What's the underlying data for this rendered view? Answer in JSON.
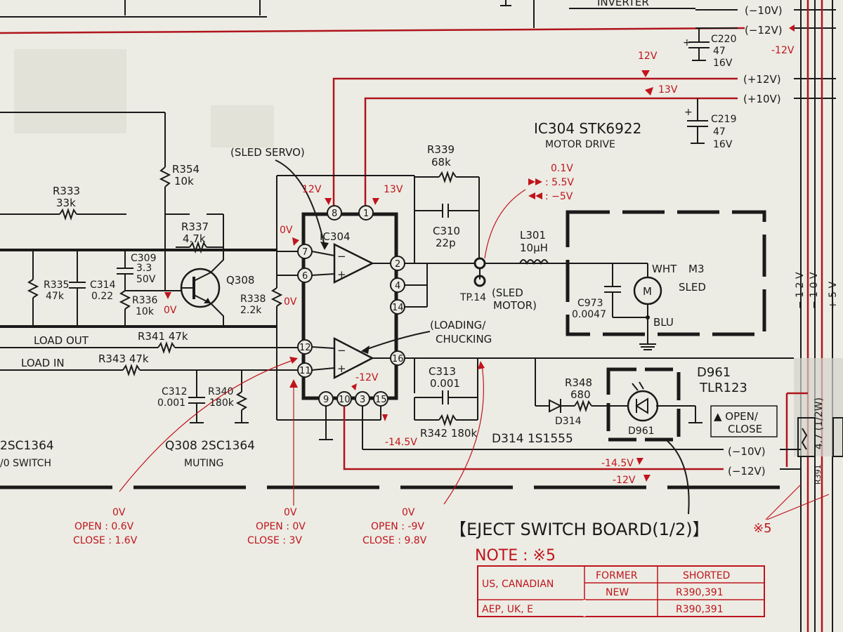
{
  "labels": {
    "inverter": "INVERTER",
    "v_m10": "(−10V)",
    "v_m12": "(−12V)",
    "v_p12": "(+12V)",
    "v_p10": "(+10V)",
    "c220": "C220",
    "c220_val": "47",
    "c220_v": "16V",
    "c219": "C219",
    "c219_val": "47",
    "c219_v": "16V",
    "ic304_title": "IC304  STK6922",
    "motor_drive": "MOTOR DRIVE",
    "sled_servo": "(SLED SERVO)",
    "r339": "R339",
    "r339_val": "68k",
    "c310": "C310",
    "c310_val": "22p",
    "ic304": "IC304",
    "r354": "R354",
    "r354_val": "10k",
    "r333": "R333",
    "r333_val": "33k",
    "r337": "R337",
    "r337_val": "4.7k",
    "c309": "C309",
    "c309_val": "3.3",
    "c309_v": "50V",
    "r335": "R335",
    "r335_val": "47k",
    "c314": "C314",
    "c314_val": "0.22",
    "r336": "R336",
    "r336_val": "10k",
    "q308": "Q308",
    "r338": "R338",
    "r338_val": "2.2k",
    "l301": "L301",
    "l301_val": "10μH",
    "tp14": "TP.14",
    "tp14_desc1": "(SLED",
    "tp14_desc2": "MOTOR)",
    "wht": "WHT",
    "m3": "M3",
    "sled": "SLED",
    "motor_m": "M",
    "c973": "C973",
    "c973_val": "0.0047",
    "blu": "BLU",
    "load_out": "LOAD  OUT",
    "load_in": "LOAD  IN",
    "r341": "R341  47k",
    "r343": "R343  47k",
    "loading_chucking_1": "(LOADING/",
    "loading_chucking_2": "CHUCKING",
    "c313": "C313",
    "c313_val": "0.001",
    "r342": "R342  180k",
    "r348": "R348",
    "r348_val": "680",
    "d314": "D314",
    "d961": "D961",
    "d961_part": "TLR123",
    "d961_in": "D961",
    "open_close_1": "▲ OPEN/",
    "open_close_2": "CLOSE",
    "c312": "C312",
    "c312_val": "0.001",
    "r340": "R340",
    "r340_val": "180k",
    "d314_desc": "D314   1S1555",
    "left_q": "2SC1364",
    "left_switch": "/0  SWITCH",
    "q308_desc": "Q308   2SC1364",
    "muting": "MUTING",
    "eject_board": "【EJECT SWITCH BOARD(1/2)】",
    "rail_m12": "− 1 2 V",
    "rail_m10": "− 1 0 V",
    "rail_p5": "+ 5 V",
    "r_47": "4.7 (1/2W)",
    "r391": "R391",
    "pin8": "8",
    "pin1": "1",
    "pin7": "7",
    "pin6": "6",
    "pin2": "2",
    "pin4": "4",
    "pin14": "14",
    "pin12": "12",
    "pin11": "11",
    "pin16": "16",
    "pin9": "9",
    "pin10": "10",
    "pin3": "3",
    "pin15": "15"
  },
  "red_labels": {
    "v12_top": "12V",
    "v13_top": "13V",
    "m12v_top": "-12V",
    "v12_pin8": "12V",
    "v13_pin1": "13V",
    "v0_pin7": "0V",
    "v0_q308": "0V",
    "v_legend_1": "0.1V",
    "v_legend_2": ": 5.5V",
    "v_legend_3": ": −5V",
    "v_m12_pin10": "-12V",
    "v_m14_5": "-14.5V",
    "v_m14_5_b": "-14.5V",
    "v_m12_b": "-12V",
    "ann1_a": "0V",
    "ann1_b": "OPEN : 0.6V",
    "ann1_c": "CLOSE : 1.6V",
    "ann2_a": "0V",
    "ann2_b": "OPEN : 0V",
    "ann2_c": "CLOSE : 3V",
    "ann3_a": "0V",
    "ann3_b": "OPEN : -9V",
    "ann3_c": "CLOSE : 9.8V",
    "x5": "※5",
    "note": "NOTE : ※5"
  },
  "note_table": {
    "headers": [
      "FORMER",
      "SHORTED"
    ],
    "rows": [
      {
        "region": "US, CANADIAN",
        "sub": [
          [
            "FORMER",
            "SHORTED"
          ],
          [
            "NEW",
            "R390,391"
          ]
        ]
      },
      {
        "region": "AEP, UK, E",
        "sub": [
          [
            "",
            "R390,391"
          ]
        ]
      }
    ],
    "r0_region": "US, CANADIAN",
    "r0_former": "FORMER",
    "r0_shorted": "SHORTED",
    "r0_new": "NEW",
    "r0_new_val": "R390,391",
    "r1_region": "AEP, UK, E",
    "r1_val": "R390,391"
  },
  "colors": {
    "ink": "#1a1a1a",
    "red": "#c0141c",
    "paper": "#ecece4"
  }
}
